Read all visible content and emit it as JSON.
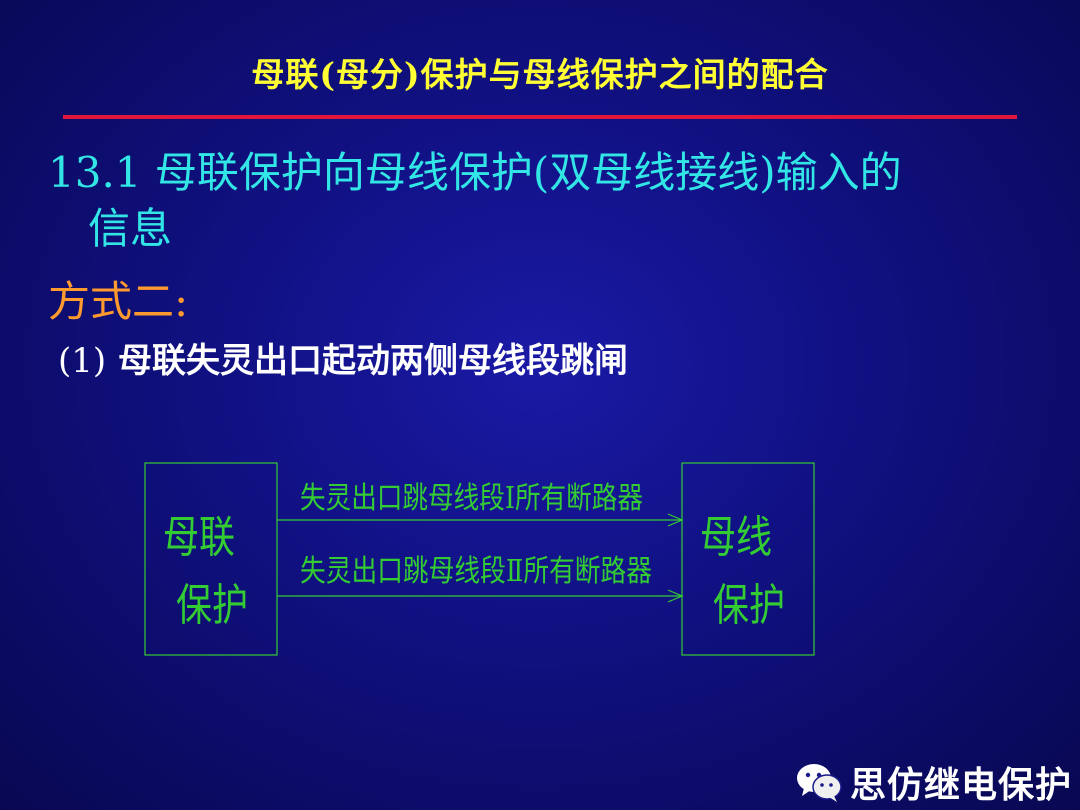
{
  "slide": {
    "title": "母联(母分)保护与母线保护之间的配合",
    "heading_line1": "13.1 母联保护向母线保护(双母线接线)输入的",
    "heading_line2": "信息",
    "method": "方式二:",
    "item_num": "(1)",
    "item_text": "母联失灵出口起动两侧母线段跳闸"
  },
  "diagram": {
    "left_box_line1": "母联",
    "left_box_line2": "保护",
    "right_box_line1": "母线",
    "right_box_line2": "保护",
    "arrow1_label": "失灵出口跳母线段Ⅰ所有断路器",
    "arrow2_label": "失灵出口跳母线段Ⅱ所有断路器",
    "line_color": "#33cc33"
  },
  "footer": {
    "brand_text": "思仿继电保护",
    "icon": "wechat-icon"
  },
  "colors": {
    "title": "#ffff33",
    "rule": "#e0163a",
    "heading": "#33e6e6",
    "method": "#ff9a2e",
    "item": "#ffffff"
  }
}
